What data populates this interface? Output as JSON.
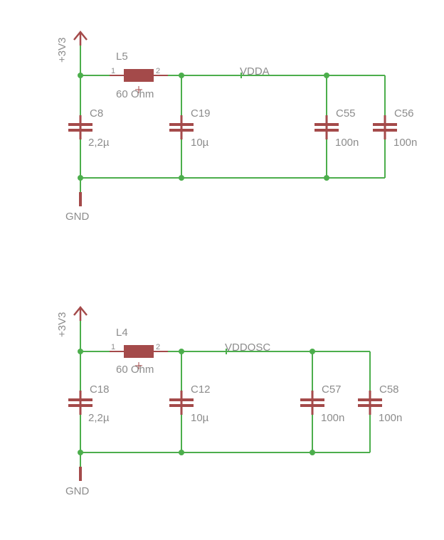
{
  "colors": {
    "wire": "#4cae4c",
    "part": "#a44a4a",
    "label": "#8c8c8c",
    "background": "#ffffff"
  },
  "circuits": [
    {
      "supply": "+3V3",
      "ground": "GND",
      "net": "VDDA",
      "inductor": {
        "name": "L5",
        "value": "60 Ohm",
        "pin1": "1",
        "pin2": "2"
      },
      "capacitors": [
        {
          "name": "C8",
          "value": "2,2µ"
        },
        {
          "name": "C19",
          "value": "10µ"
        },
        {
          "name": "C55",
          "value": "100n"
        },
        {
          "name": "C56",
          "value": "100n"
        }
      ]
    },
    {
      "supply": "+3V3",
      "ground": "GND",
      "net": "VDDOSC",
      "inductor": {
        "name": "L4",
        "value": "60 Ohm",
        "pin1": "1",
        "pin2": "2"
      },
      "capacitors": [
        {
          "name": "C18",
          "value": "2,2µ"
        },
        {
          "name": "C12",
          "value": "10µ"
        },
        {
          "name": "C57",
          "value": "100n"
        },
        {
          "name": "C58",
          "value": "100n"
        }
      ]
    }
  ]
}
